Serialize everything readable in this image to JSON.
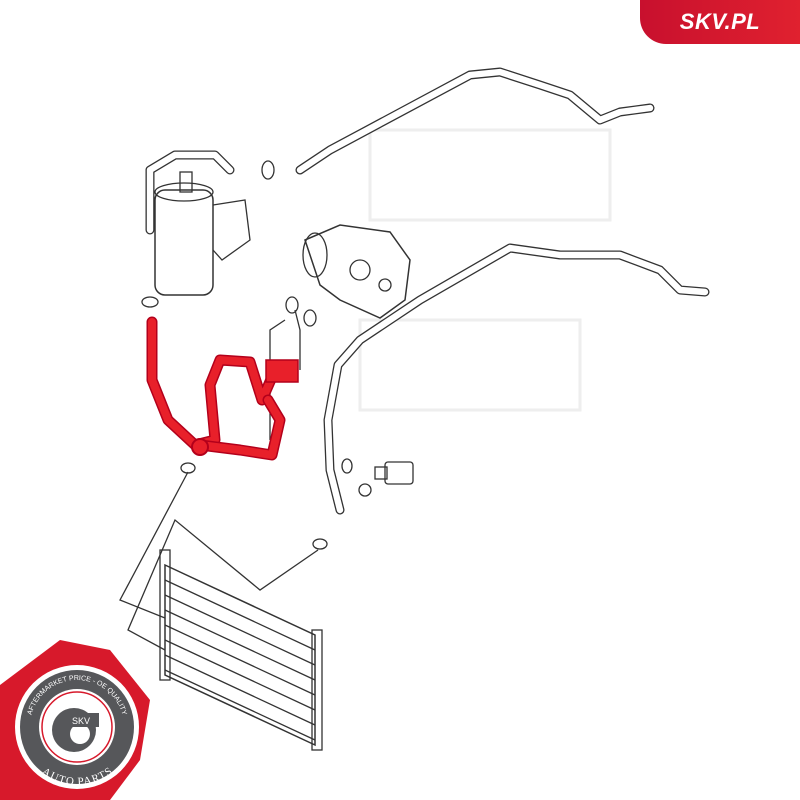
{
  "brand": {
    "site_label": "SKV.PL",
    "accent_color": "#e0212f"
  },
  "badge": {
    "center_text": "SKV",
    "ring_top_text": "AFTERMARKET PRICE - OE QUALITY",
    "ring_bottom_text": "AUTO PARTS"
  },
  "diagram": {
    "highlight_color": "#e8202a"
  }
}
